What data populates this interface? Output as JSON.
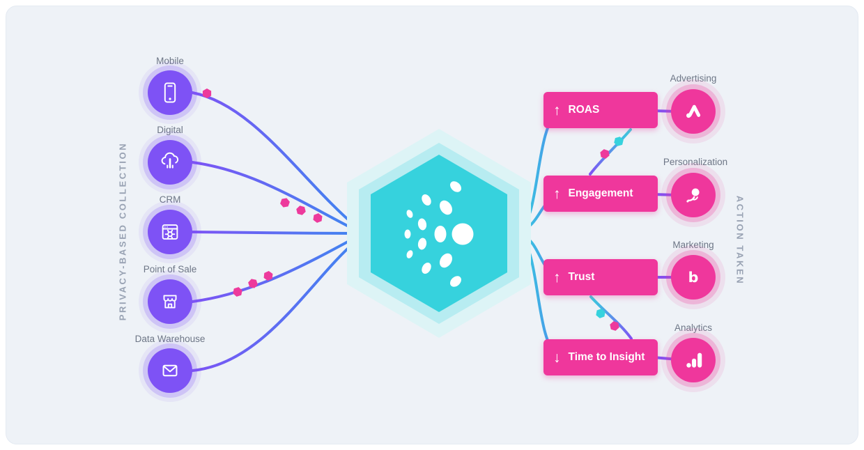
{
  "card": {
    "background": "#eef2f7"
  },
  "left_section": {
    "axis_label": "PRIVACY-BASED COLLECTION",
    "sources": [
      {
        "label": "Mobile",
        "icon": "mobile-phone-icon"
      },
      {
        "label": "Digital",
        "icon": "cloud-touch-icon"
      },
      {
        "label": "CRM",
        "icon": "browser-gear-icon"
      },
      {
        "label": "Point of Sale",
        "icon": "storefront-icon"
      },
      {
        "label": "Data Warehouse",
        "icon": "envelope-icon"
      }
    ]
  },
  "center": {
    "icon": "dots-burst-logo"
  },
  "right_section": {
    "axis_label": "ACTION TAKEN",
    "metrics": [
      {
        "label": "ROAS",
        "arrow": "↑",
        "direction": "up"
      },
      {
        "label": "Engagement",
        "arrow": "↑",
        "direction": "up"
      },
      {
        "label": "Trust",
        "arrow": "↑",
        "direction": "up"
      },
      {
        "label": "Time to Insight",
        "arrow": "↓",
        "direction": "down"
      }
    ],
    "actions": [
      {
        "label": "Advertising",
        "icon": "ads-icon"
      },
      {
        "label": "Personalization",
        "icon": "rocket-spark-icon"
      },
      {
        "label": "Marketing",
        "icon": "b-letter-icon"
      },
      {
        "label": "Analytics",
        "icon": "bar-chart-icon"
      }
    ]
  },
  "colors": {
    "purple": "#7e52f5",
    "magenta": "#ef379c",
    "teal": "#36d2dd",
    "line_blue": "#3f86f0",
    "label_gray": "#6d7686",
    "axis_gray": "#98a2b3"
  }
}
